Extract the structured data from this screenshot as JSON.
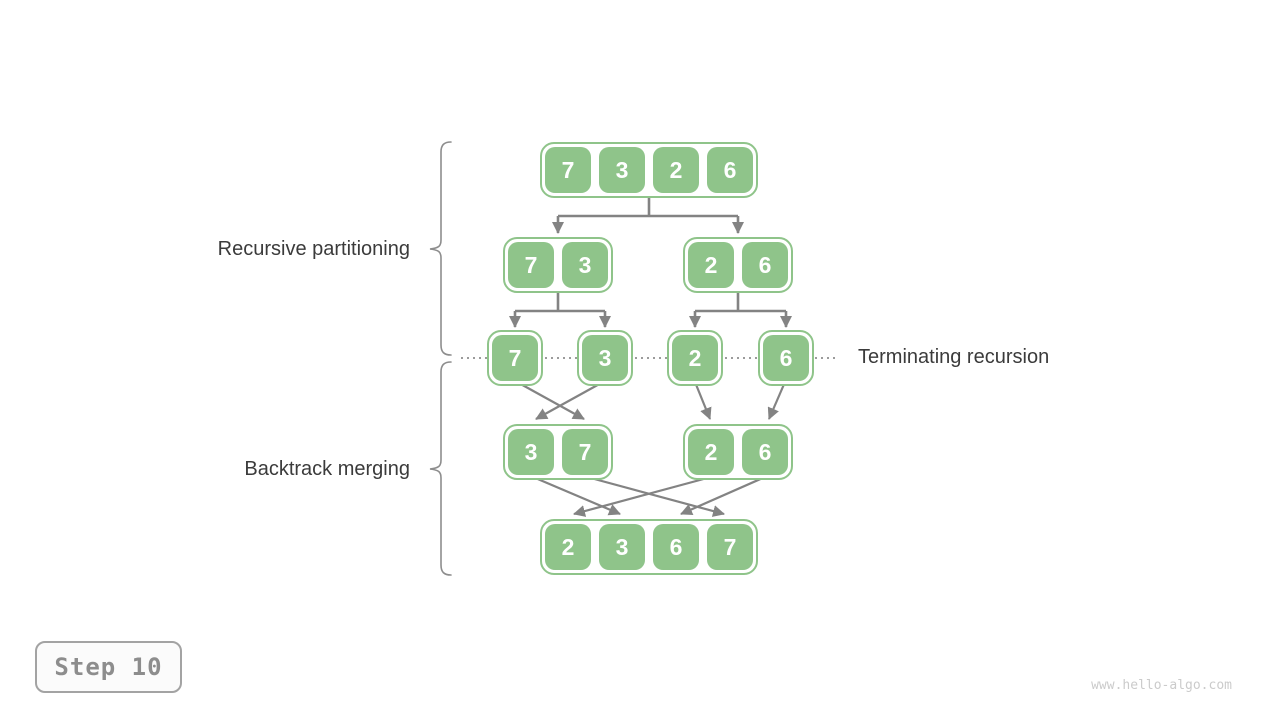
{
  "labels": {
    "recursive_partitioning": "Recursive partitioning",
    "backtrack_merging": "Backtrack merging",
    "terminating_recursion": "Terminating recursion"
  },
  "step_badge": {
    "text": "Step 10"
  },
  "watermark": {
    "text": "www.hello-algo.com"
  },
  "colors": {
    "cell_green": "#8FC48A",
    "cell_text": "#ffffff",
    "arrow_gray": "#838383",
    "dotted_line_gray": "#9b9b9b",
    "brace_gray": "#8d8d8d",
    "label_text": "#3b3b3b",
    "badge_border": "#a3a3a3",
    "badge_text": "#8d8d8d",
    "watermark_text": "#cbcbcb"
  },
  "diagram": {
    "type": "merge-sort-tree",
    "levels": [
      {
        "name": "unsorted-array",
        "arrays": [
          [
            7,
            3,
            2,
            6
          ]
        ]
      },
      {
        "name": "first-partition",
        "arrays": [
          [
            7,
            3
          ],
          [
            2,
            6
          ]
        ]
      },
      {
        "name": "terminating-recursion",
        "arrays": [
          [
            7
          ],
          [
            3
          ],
          [
            2
          ],
          [
            6
          ]
        ]
      },
      {
        "name": "first-merge",
        "arrays": [
          [
            3,
            7
          ],
          [
            2,
            6
          ]
        ]
      },
      {
        "name": "sorted-array",
        "arrays": [
          [
            2,
            3,
            6,
            7
          ]
        ]
      }
    ]
  }
}
